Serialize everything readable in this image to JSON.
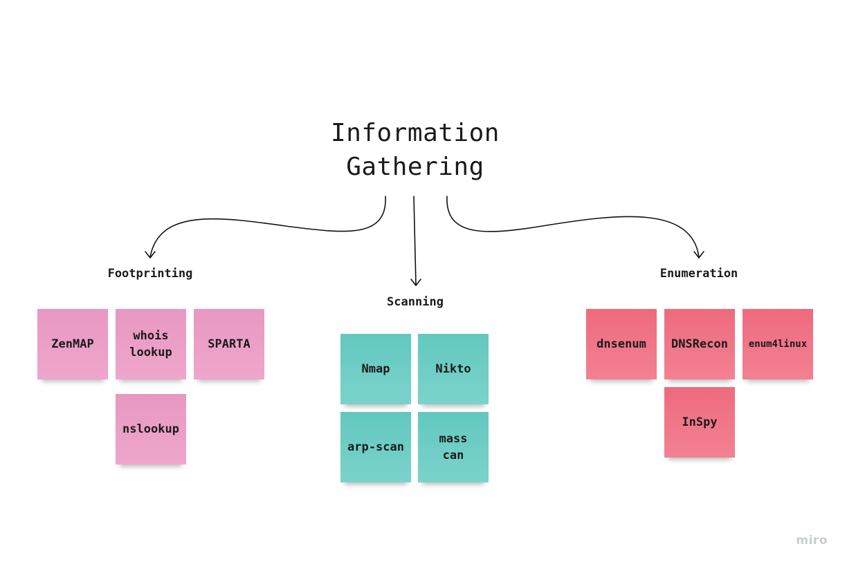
{
  "title": {
    "line1": "Information",
    "line2": "Gathering"
  },
  "groups": {
    "footprinting": {
      "label": "Footprinting",
      "color": "#ec9fc6",
      "notes": [
        "ZenMAP",
        "whois\nlookup",
        "SPARTA",
        "nslookup"
      ]
    },
    "scanning": {
      "label": "Scanning",
      "color": "#6ecdc5",
      "notes": [
        "Nmap",
        "Nikto",
        "arp-scan",
        "mass\ncan"
      ]
    },
    "enumeration": {
      "label": "Enumeration",
      "color": "#f07688",
      "notes": [
        "dnsenum",
        "DNSRecon",
        "enum4linux",
        "InSpy"
      ]
    }
  },
  "brand": "miro"
}
